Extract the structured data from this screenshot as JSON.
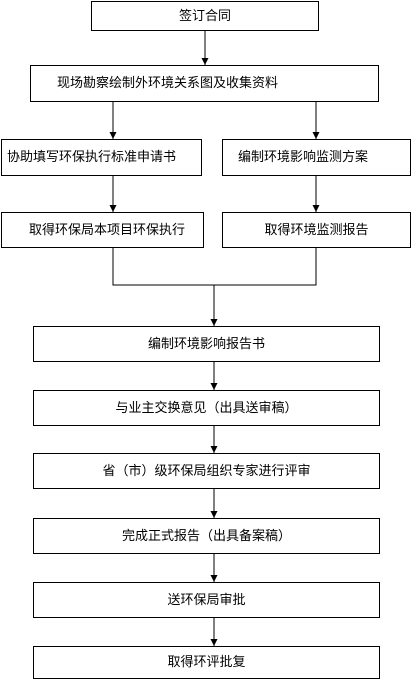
{
  "diagram": {
    "steps": {
      "sign_contract": "签订合同",
      "site_survey": "现场勘察绘制外环境关系图及收集资料",
      "assist_application": "协助填写环保执行标准申请书",
      "monitoring_plan": "编制环境影响监测方案",
      "obtain_standard": "取得环保局本项目环保执行",
      "obtain_monitoring_report": "取得环境监测报告",
      "compile_eia_report": "编制环境影响报告书",
      "exchange_opinions": "与业主交换意见（出具送审稿）",
      "expert_review": "省（市）级环保局组织专家进行评审",
      "formal_report": "完成正式报告（出具备案稿）",
      "submit_approval": "送环保局审批",
      "obtain_approval": "取得环评批复"
    },
    "colors": {
      "line": "#000000",
      "box_border": "#000000",
      "background": "#ffffff"
    }
  }
}
